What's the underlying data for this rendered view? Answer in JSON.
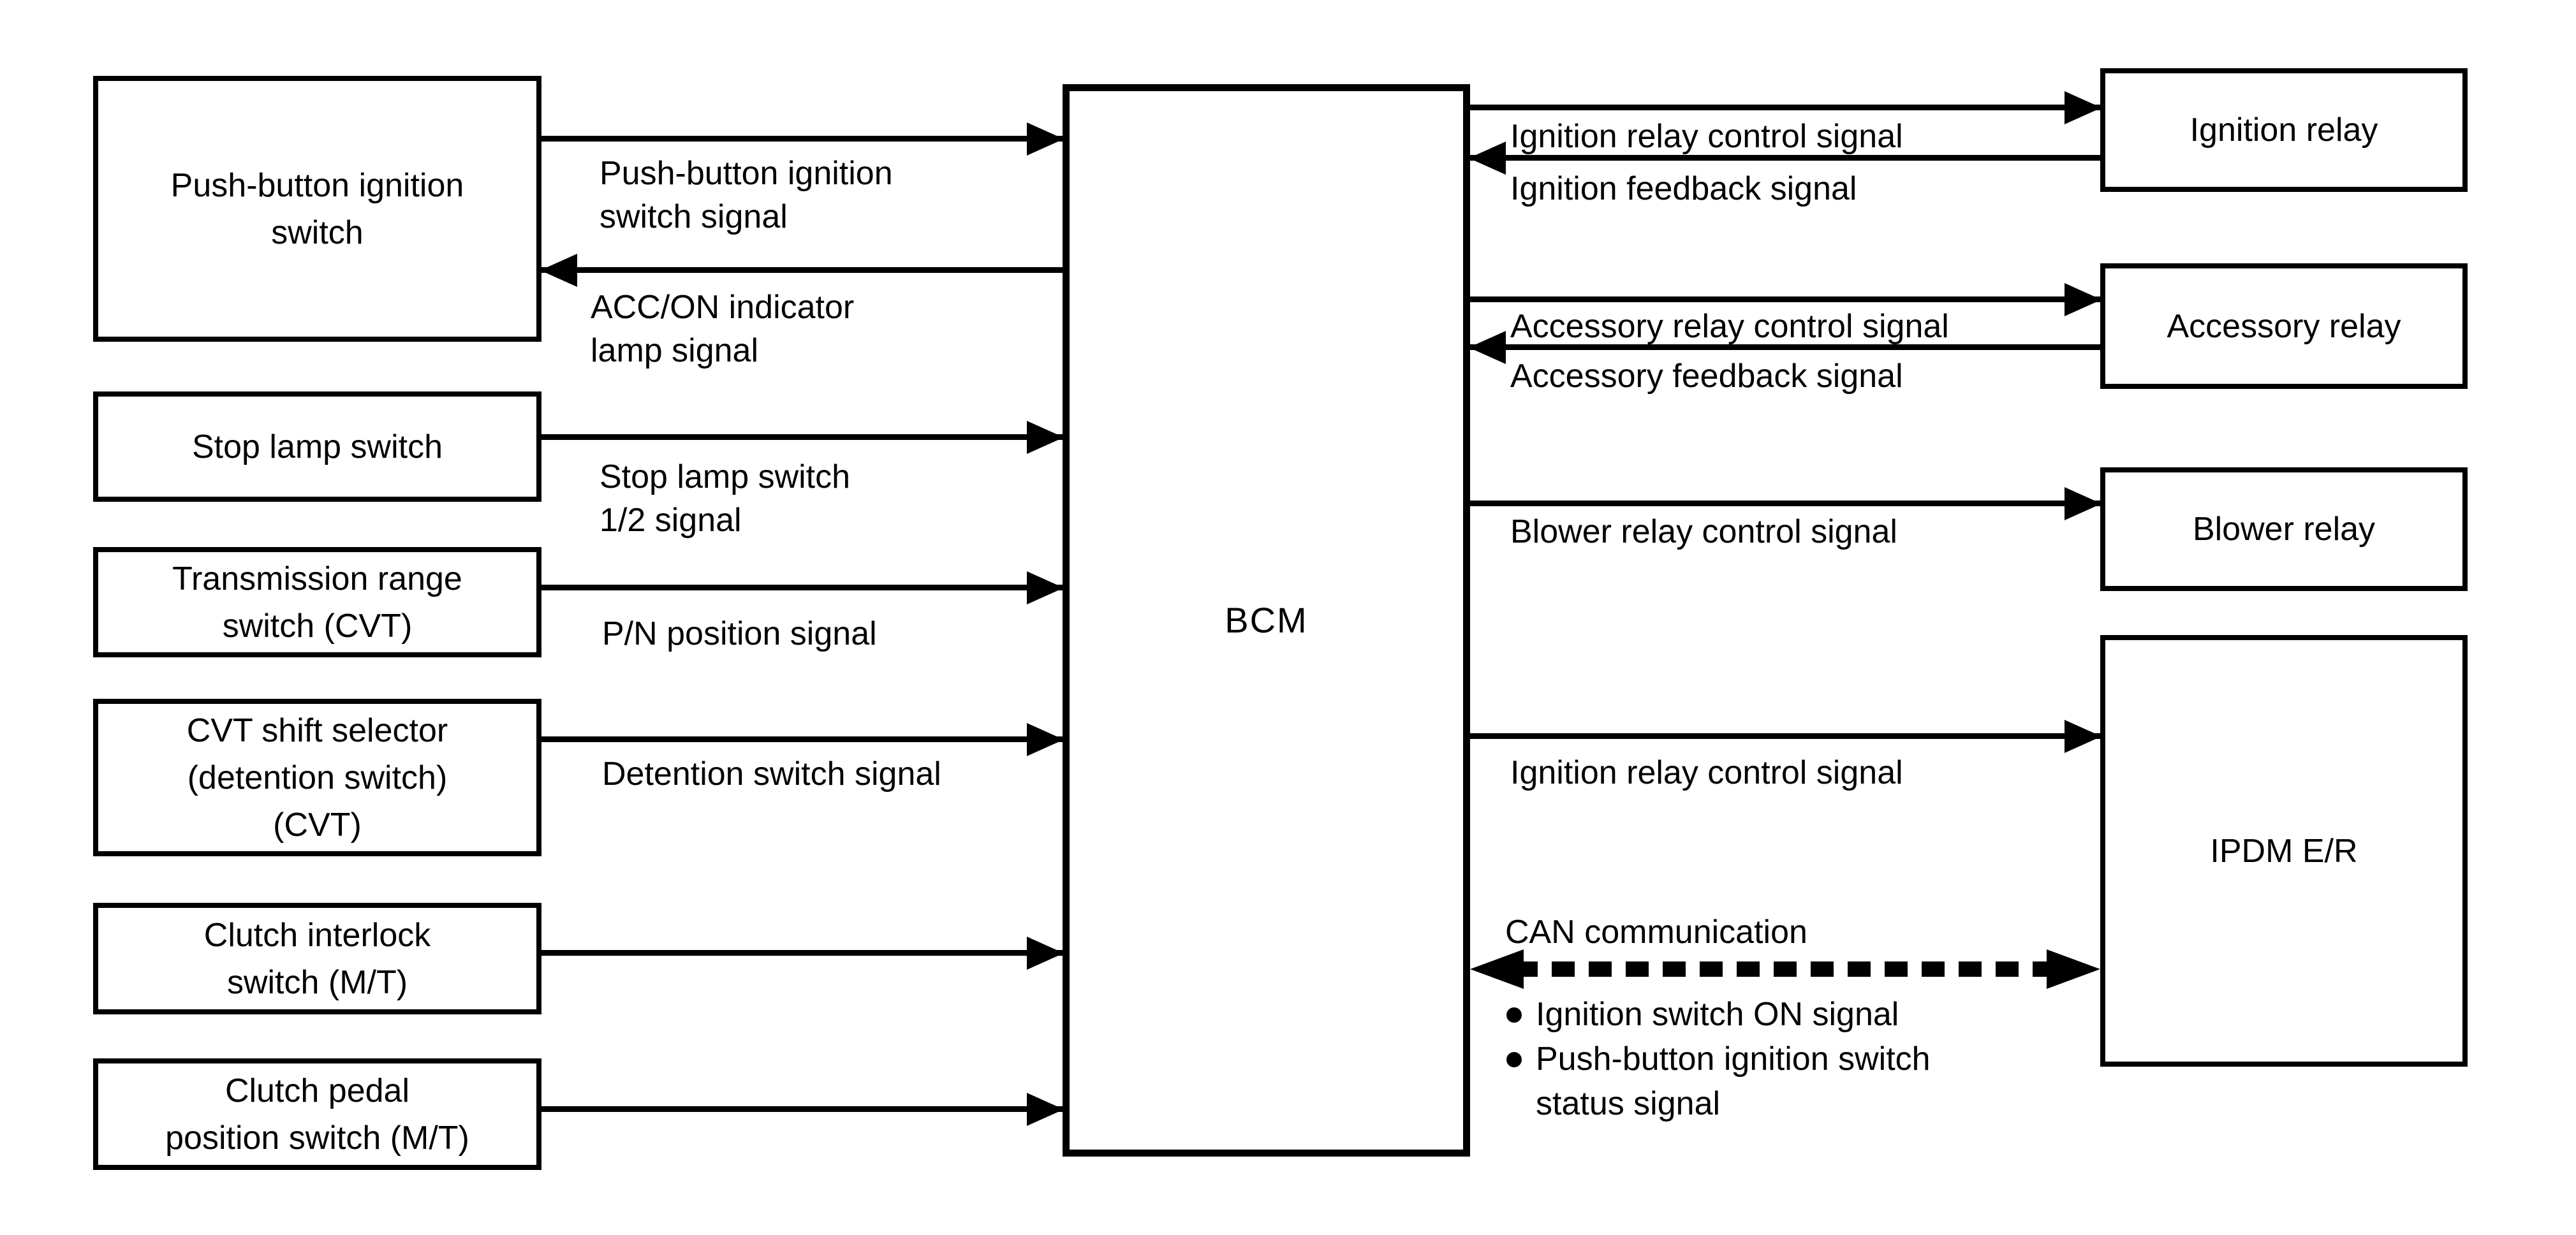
{
  "nodes": {
    "left": [
      {
        "id": "push-button-ignition-switch",
        "label": "Push-button ignition\nswitch"
      },
      {
        "id": "stop-lamp-switch",
        "label": "Stop lamp switch"
      },
      {
        "id": "transmission-range-switch",
        "label": "Transmission range\nswitch (CVT)"
      },
      {
        "id": "cvt-shift-selector",
        "label": "CVT shift selector\n(detention switch)\n(CVT)"
      },
      {
        "id": "clutch-interlock-switch",
        "label": "Clutch interlock\nswitch (M/T)"
      },
      {
        "id": "clutch-pedal-position-switch",
        "label": "Clutch pedal\nposition switch (M/T)"
      }
    ],
    "center": {
      "id": "bcm",
      "label": "BCM"
    },
    "right": [
      {
        "id": "ignition-relay",
        "label": "Ignition relay"
      },
      {
        "id": "accessory-relay",
        "label": "Accessory relay"
      },
      {
        "id": "blower-relay",
        "label": "Blower relay"
      },
      {
        "id": "ipdm-er",
        "label": "IPDM E/R"
      }
    ]
  },
  "connections": [
    {
      "from": "Push-button ignition switch",
      "to": "BCM",
      "direction": "right",
      "style": "solid",
      "label": "Push-button ignition\nswitch signal"
    },
    {
      "from": "BCM",
      "to": "Push-button ignition switch",
      "direction": "left",
      "style": "solid",
      "label": "ACC/ON indicator\nlamp signal"
    },
    {
      "from": "Stop lamp switch",
      "to": "BCM",
      "direction": "right",
      "style": "solid",
      "label": "Stop lamp switch\n1/2 signal"
    },
    {
      "from": "Transmission range switch (CVT)",
      "to": "BCM",
      "direction": "right",
      "style": "solid",
      "label": "P/N position signal"
    },
    {
      "from": "CVT shift selector (detention switch) (CVT)",
      "to": "BCM",
      "direction": "right",
      "style": "solid",
      "label": "Detention switch signal"
    },
    {
      "from": "Clutch interlock switch (M/T)",
      "to": "BCM",
      "direction": "right",
      "style": "solid",
      "label": ""
    },
    {
      "from": "Clutch pedal position switch (M/T)",
      "to": "BCM",
      "direction": "right",
      "style": "solid",
      "label": ""
    },
    {
      "from": "BCM",
      "to": "Ignition relay",
      "direction": "right",
      "style": "solid",
      "label": "Ignition relay control signal"
    },
    {
      "from": "Ignition relay",
      "to": "BCM",
      "direction": "left",
      "style": "solid",
      "label": "Ignition feedback signal"
    },
    {
      "from": "BCM",
      "to": "Accessory relay",
      "direction": "right",
      "style": "solid",
      "label": "Accessory relay control signal"
    },
    {
      "from": "Accessory relay",
      "to": "BCM",
      "direction": "left",
      "style": "solid",
      "label": "Accessory feedback signal"
    },
    {
      "from": "BCM",
      "to": "Blower relay",
      "direction": "right",
      "style": "solid",
      "label": "Blower relay control signal"
    },
    {
      "from": "BCM",
      "to": "IPDM E/R",
      "direction": "right",
      "style": "solid",
      "label": "Ignition relay control signal"
    },
    {
      "from": "BCM",
      "to": "IPDM E/R",
      "direction": "both",
      "style": "dashed-thick",
      "label": "CAN communication",
      "bullets": [
        "Ignition switch ON signal",
        "Push-button ignition switch\nstatus signal"
      ]
    }
  ],
  "colors": {
    "line": "#000000",
    "background": "#ffffff",
    "text": "#000000"
  }
}
